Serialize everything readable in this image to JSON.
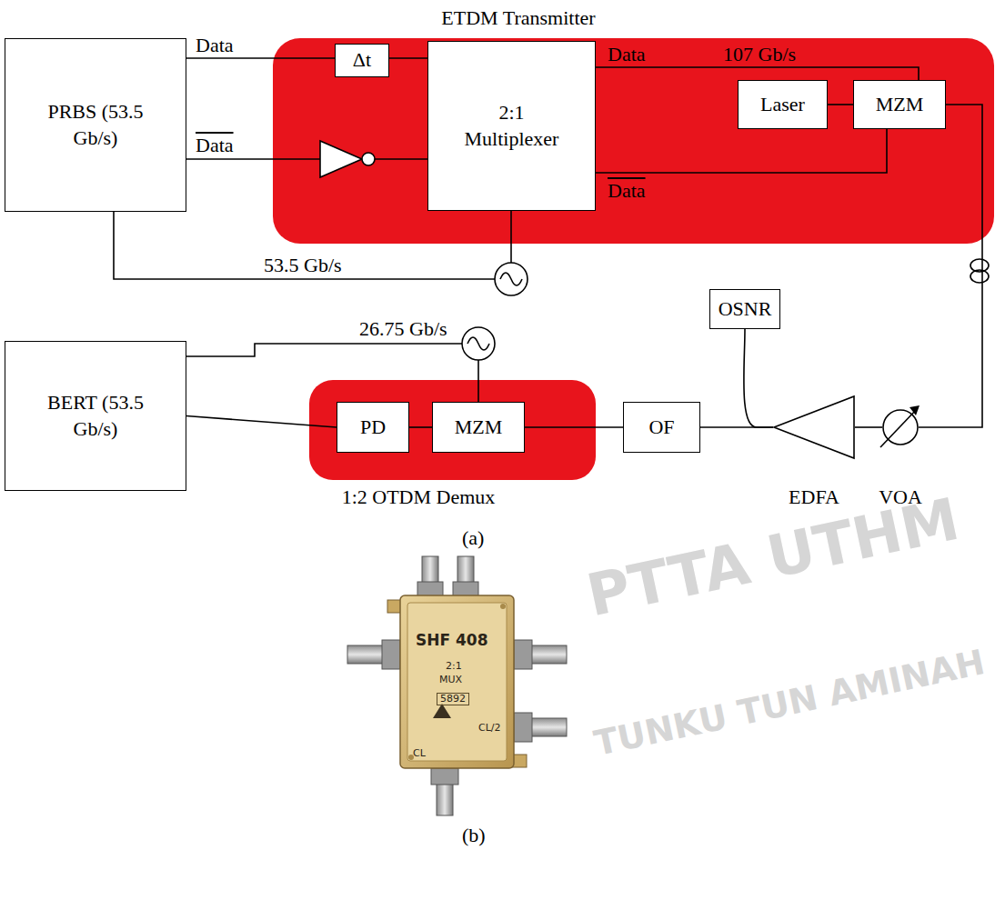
{
  "diagram": {
    "nodes": [
      {
        "text": [
          "PRBS (53.5 Gb/s)"
        ]
      },
      {
        "text": [
          "ETDM Transmitter"
        ]
      },
      {
        "text": [
          "Δt"
        ],
        "in": 1
      },
      {
        "text": [
          "2:1 Multiplexer"
        ],
        "in": 1
      },
      {
        "text": [
          "Laser"
        ],
        "in": 1
      },
      {
        "text": [
          "MZM"
        ],
        "in": 1
      },
      {
        "text": [
          "OSNR"
        ]
      },
      {
        "text": [
          "BERT (53.5 Gb/s)"
        ]
      },
      {
        "text": [
          "1:2 OTDM Demux"
        ]
      },
      {
        "text": [
          "PD"
        ],
        "in": 8
      },
      {
        "text": [
          "MZM"
        ],
        "in": 8
      },
      {
        "text": [
          "OF"
        ]
      },
      {
        "text": [
          "EDFA"
        ]
      },
      {
        "text": [
          "VOA"
        ]
      }
    ],
    "edges": [
      {
        "from": 0,
        "to": 2,
        "arrow": "none",
        "label": "Data"
      },
      {
        "from": 2,
        "to": 3,
        "arrow": "none"
      },
      {
        "from": 0,
        "to": 3,
        "arrow": "none",
        "label": "Data"
      },
      {
        "from": 3,
        "to": 5,
        "arrow": "none",
        "label": "Data"
      },
      {
        "from": 3,
        "to": 5,
        "arrow": "none",
        "label": "Data"
      },
      {
        "from": 4,
        "to": 5,
        "arrow": "none"
      },
      {
        "from": 5,
        "to": 13,
        "arrow": "none"
      },
      {
        "from": 13,
        "to": 12,
        "arrow": "none"
      },
      {
        "from": 12,
        "to": 11,
        "arrow": "none"
      },
      {
        "from": 12,
        "to": 6,
        "arrow": "none"
      },
      {
        "from": 11,
        "to": 10,
        "arrow": "none"
      },
      {
        "from": 10,
        "to": 9,
        "arrow": "none"
      },
      {
        "from": 9,
        "to": 7,
        "arrow": "none"
      }
    ],
    "labels": [
      "107 Gb/s",
      "53.5 Gb/s",
      "26.75 Gb/s",
      "(a)",
      "SHF 408",
      "2:1",
      "MUX",
      "5892",
      "CL",
      "CL/2",
      "(b)",
      "PTTA UTHM",
      "TUNKU TUN AMINAH"
    ]
  }
}
